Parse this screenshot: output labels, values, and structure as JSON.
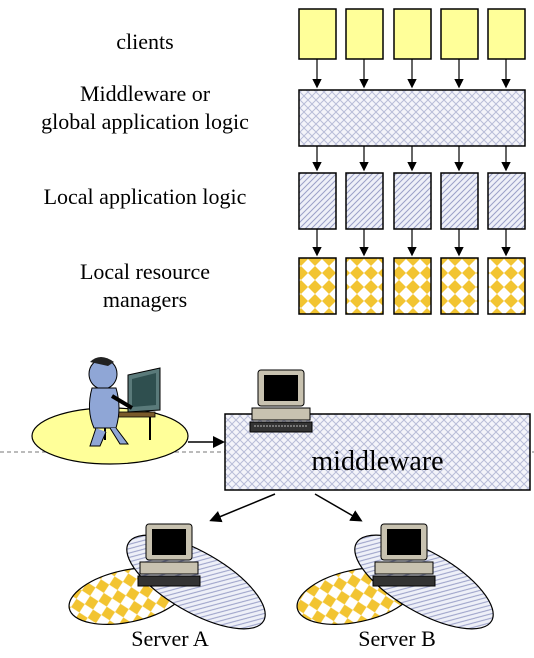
{
  "stack": {
    "clients_label": "clients",
    "middleware_label_line1": "Middleware or",
    "middleware_label_line2": "global application logic",
    "local_app_label": "Local application logic",
    "resource_label_line1": "Local resource",
    "resource_label_line2": "managers"
  },
  "deployment": {
    "middleware_label": "middleware",
    "server_a_label": "Server A",
    "server_b_label": "Server B"
  },
  "colors": {
    "client_fill": "#ffff99",
    "middleware_hatch": "#b8bcd8",
    "yellow_check": "#f2c431",
    "ellipse_yellow": "#ffff99"
  }
}
